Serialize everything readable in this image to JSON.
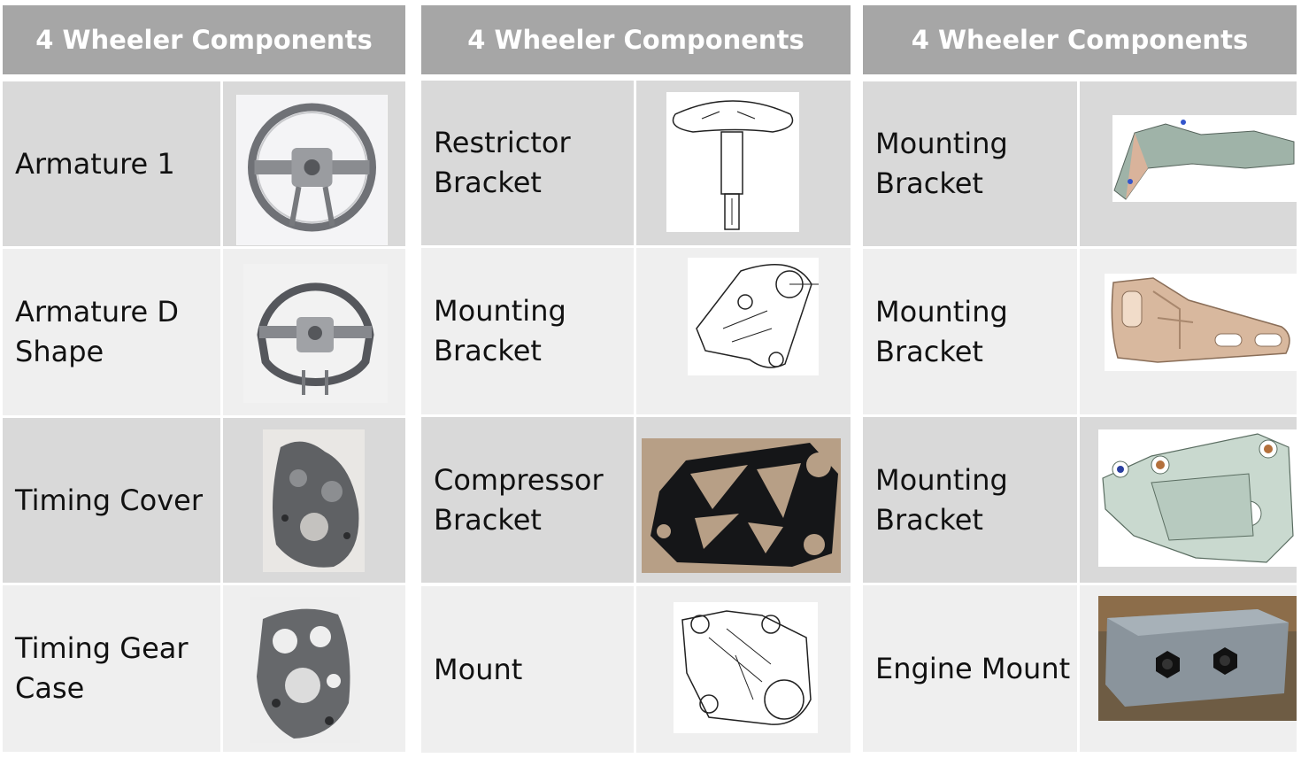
{
  "panels": [
    {
      "header": "4 Wheeler Components",
      "rows": [
        {
          "name": "Armature 1",
          "image": "steering-wheel-photo"
        },
        {
          "name": "Armature D Shape",
          "image": "steering-wheel-d-shape-photo"
        },
        {
          "name": "Timing Cover",
          "image": "timing-cover-photo"
        },
        {
          "name": "Timing Gear Case",
          "image": "timing-gear-case-photo"
        }
      ]
    },
    {
      "header": "4 Wheeler Components",
      "rows": [
        {
          "name": "Restrictor Bracket",
          "image": "restrictor-bracket-drawing"
        },
        {
          "name": "Mounting Bracket",
          "image": "mounting-bracket-drawing"
        },
        {
          "name": "Compressor Bracket",
          "image": "compressor-bracket-photo"
        },
        {
          "name": "Mount",
          "image": "mount-drawing"
        }
      ]
    },
    {
      "header": "4 Wheeler Components",
      "rows": [
        {
          "name": "Mounting Bracket",
          "image": "mounting-bracket-3d-render"
        },
        {
          "name": "Mounting Bracket",
          "image": "mounting-bracket-3d-render"
        },
        {
          "name": "Mounting Bracket",
          "image": "mounting-bracket-3d-render"
        },
        {
          "name": "Engine Mount",
          "image": "engine-mount-photo"
        }
      ]
    }
  ]
}
